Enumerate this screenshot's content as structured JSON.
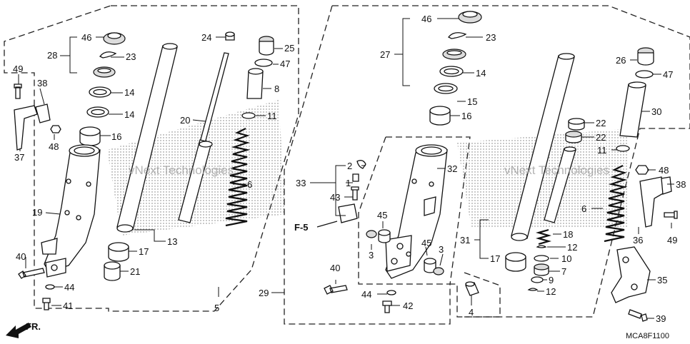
{
  "diagram_code": "MCA8F1100",
  "watermark": "vNext Technologies",
  "direction_label": "FR.",
  "ref_label": "F-5",
  "callouts_left": {
    "c46": "46",
    "c23": "23",
    "c28": "28",
    "c14a": "14",
    "c14b": "14",
    "c16": "16",
    "c49": "49",
    "c38": "38",
    "c37": "37",
    "c48": "48",
    "c19": "19",
    "c40": "40",
    "c44": "44",
    "c41": "41",
    "c13": "13",
    "c17": "17",
    "c21": "21",
    "c5": "5",
    "c24": "24",
    "c25": "25",
    "c47": "47",
    "c8": "8",
    "c20": "20",
    "c11": "11",
    "c6": "6"
  },
  "callouts_center": {
    "c2": "2",
    "c33": "33",
    "c1": "1",
    "c43": "43",
    "c45a": "45",
    "c3a": "3",
    "c45b": "45",
    "c3b": "3",
    "c32": "32",
    "c40": "40",
    "c44": "44",
    "c42": "42",
    "c29": "29"
  },
  "callouts_right": {
    "c46": "46",
    "c23": "23",
    "c27": "27",
    "c14": "14",
    "c15": "15",
    "c16": "16",
    "c26": "26",
    "c47": "47",
    "c30": "30",
    "c22a": "22",
    "c22b": "22",
    "c11": "11",
    "c48": "48",
    "c38": "38",
    "c6": "6",
    "c49": "49",
    "c36": "36",
    "c31": "31",
    "c18": "18",
    "c12a": "12",
    "c17": "17",
    "c10": "10",
    "c7": "7",
    "c9": "9",
    "c12b": "12",
    "c35": "35",
    "c4": "4",
    "c39": "39"
  }
}
